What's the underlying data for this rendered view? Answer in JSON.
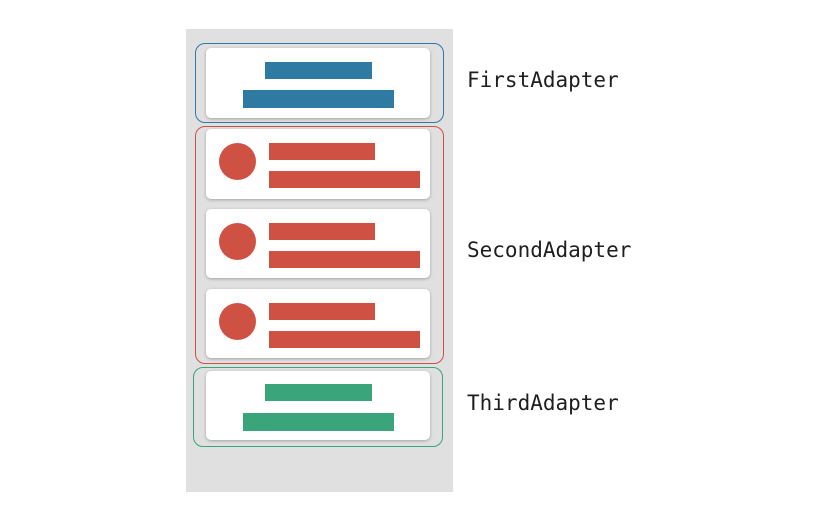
{
  "colors": {
    "first": "#2e7aa3",
    "second": "#cf5143",
    "third": "#3aa57a",
    "phone_background": "#e0e0e0"
  },
  "adapters": [
    {
      "name": "FirstAdapter",
      "item_count": 1
    },
    {
      "name": "SecondAdapter",
      "item_count": 3
    },
    {
      "name": "ThirdAdapter",
      "item_count": 1
    }
  ]
}
